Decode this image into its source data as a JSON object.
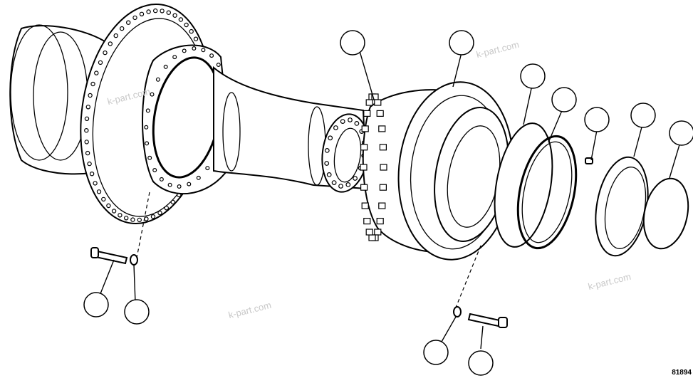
{
  "watermark": "k-part.com",
  "drawing_code": "81894",
  "parts": [
    {
      "name": "planetary-housing"
    },
    {
      "name": "ring-gear"
    },
    {
      "name": "o-ring-large"
    },
    {
      "name": "seal-ring"
    },
    {
      "name": "plug"
    },
    {
      "name": "bearing-cover"
    },
    {
      "name": "o-ring-small"
    },
    {
      "name": "bolt-left"
    },
    {
      "name": "washer-left"
    },
    {
      "name": "bolt-right"
    },
    {
      "name": "washer-right"
    }
  ]
}
